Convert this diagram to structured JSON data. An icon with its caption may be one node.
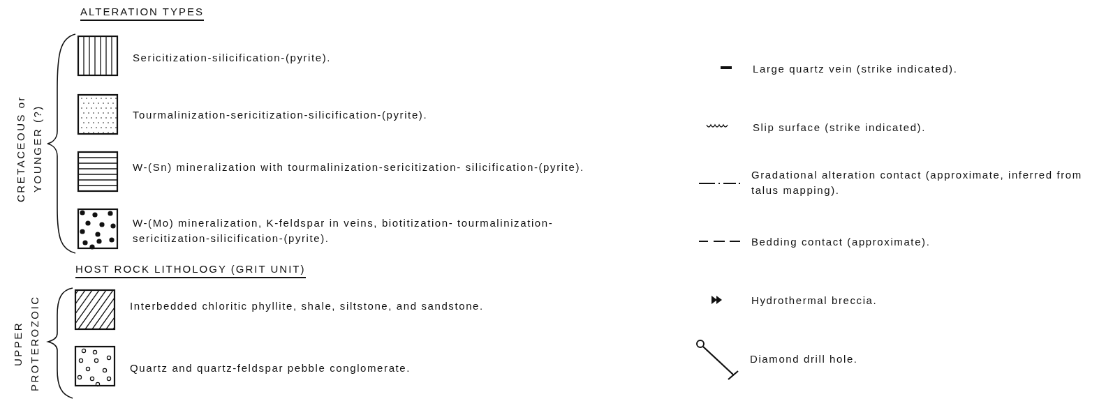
{
  "diagram": {
    "labels": [
      "ALTERATION TYPES",
      "CRETACEOUS or YOUNGER (?)",
      "HOST ROCK LITHOLOGY (GRIT UNIT)",
      "UPPER PROTEROZOIC"
    ],
    "legend": [
      {
        "text": "Sericitization-silicification-(pyrite)."
      },
      {
        "text": "Tourmalinization-sericitization-silicification-(pyrite)."
      },
      {
        "text": "W-(Sn) mineralization with tourmalinization-sericitization- silicification-(pyrite)."
      },
      {
        "text": "W-(Mo) mineralization, K-feldspar in veins, biotitization- tourmalinization-sericitization-silicification-(pyrite)."
      },
      {
        "text": "Interbedded chloritic phyllite, shale, siltstone, and sandstone."
      },
      {
        "text": "Quartz and quartz-feldspar pebble conglomerate."
      },
      {
        "text": "Large quartz vein (strike indicated)."
      },
      {
        "text": "Slip surface (strike indicated)."
      },
      {
        "text": "Gradational alteration contact (approximate, inferred from talus mapping)."
      },
      {
        "text": "Bedding contact (approximate)."
      },
      {
        "text": "Hydrothermal breccia."
      },
      {
        "text": "Diamond drill hole."
      }
    ]
  }
}
